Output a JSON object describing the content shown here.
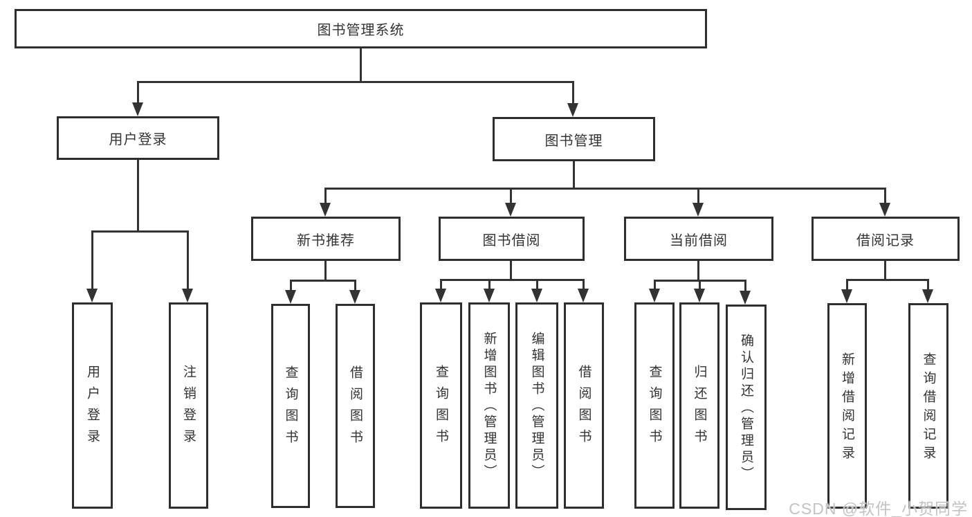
{
  "diagram": {
    "root": "图书管理系统",
    "branches": {
      "user_login": "用户登录",
      "book_management": "图书管理"
    },
    "book_management_children": {
      "new_book_recommend": "新书推荐",
      "book_borrowing": "图书借阅",
      "current_borrowing": "当前借阅",
      "borrowing_records": "借阅记录"
    },
    "leaves": {
      "user_login": "用户登录",
      "logout": "注销登录",
      "recommend_query_book": "查询图书",
      "recommend_borrow_book": "借阅图书",
      "borrowing_query_book": "查询图书",
      "borrowing_add_book": "新增图书（管理员）",
      "borrowing_edit_book": "编辑图书（管理员）",
      "borrowing_borrow_book": "借阅图书",
      "current_query_book": "查询图书",
      "current_return_book": "归还图书",
      "current_confirm_return": "确认归还（管理员）",
      "records_add_record": "新增借阅记录",
      "records_query_record": "查询借阅记录"
    }
  },
  "watermark": "CSDN @软件_小贺同学",
  "colors": {
    "line": "#333333",
    "text": "#333333",
    "background": "#ffffff",
    "watermark": "#c3c3c3"
  }
}
